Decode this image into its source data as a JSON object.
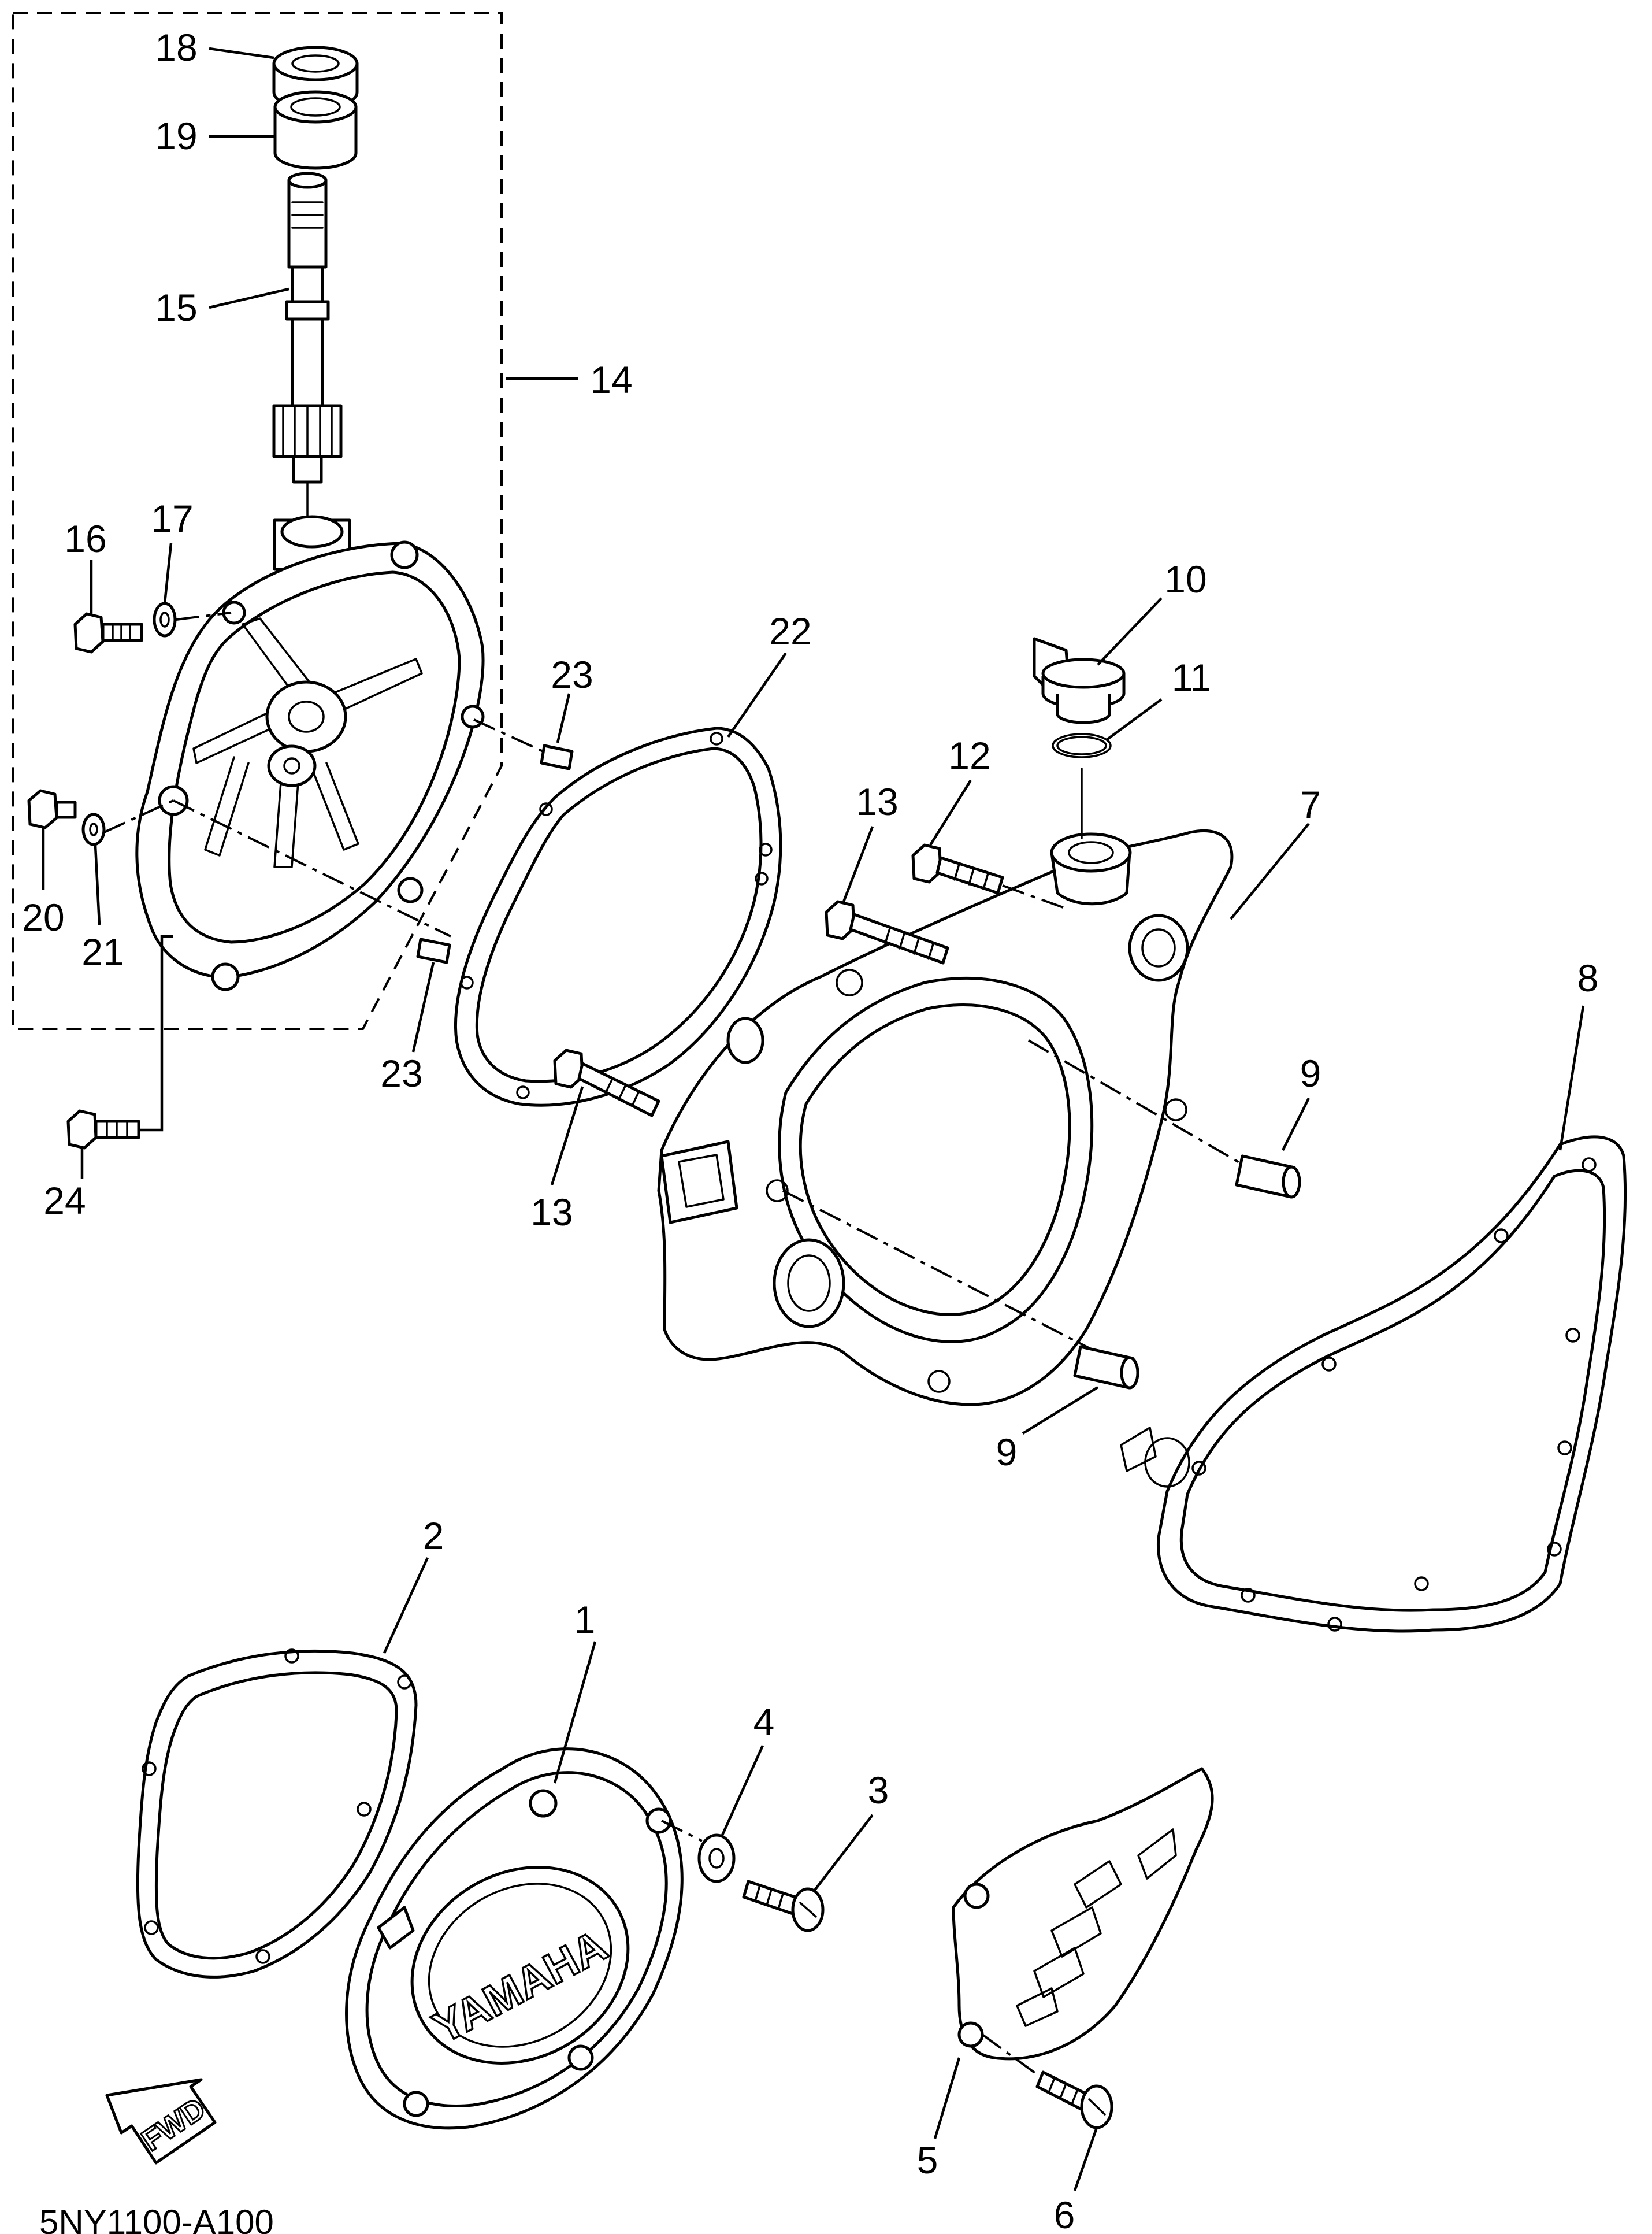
{
  "diagram": {
    "drawing_code": "5NY1100-A100",
    "brand_mark": "YAMAHA",
    "direction_label": "FWD",
    "callouts": [
      "1",
      "2",
      "3",
      "4",
      "5",
      "6",
      "7",
      "8",
      "9",
      "9",
      "10",
      "11",
      "12",
      "13",
      "13",
      "14",
      "15",
      "16",
      "17",
      "18",
      "19",
      "20",
      "21",
      "22",
      "23",
      "23",
      "24"
    ]
  }
}
